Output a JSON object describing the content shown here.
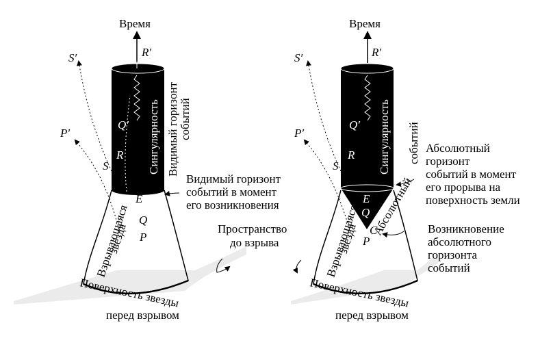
{
  "left": {
    "time_axis": "Время",
    "R_prime": "R′",
    "S_prime": "S′",
    "P_prime": "P′",
    "Q_prime": "Q′",
    "R": "R",
    "S": "S",
    "E": "E",
    "Q": "Q",
    "P": "P",
    "singularity": "Сингулярность",
    "apparent_horizon_vertical_1": "Видимый горизонт",
    "apparent_horizon_vertical_2": "событий",
    "exploding_star_1": "Взрывающаяся",
    "exploding_star_2": "звезда",
    "apparent_horizon_origin_1": "Видимый горизонт",
    "apparent_horizon_origin_2": "событий в момент",
    "apparent_horizon_origin_3": "его возникновения",
    "space_before_1": "Пространство",
    "space_before_2": "до взрыва",
    "surface_1": "Поверхность звезды",
    "surface_2": "перед взрывом"
  },
  "right": {
    "time_axis": "Время",
    "R_prime": "R′",
    "S_prime": "S′",
    "P_prime": "P′",
    "Q_prime": "Q′",
    "R": "R",
    "S": "S",
    "E": "E",
    "Q": "Q",
    "C": "C",
    "P": "P",
    "singularity": "Сингулярность",
    "events_vertical": "событий",
    "absolute_horizon_vertical": "Абсолютный",
    "exploding_star_1": "Взрывающаяся",
    "exploding_star_2": "звезда",
    "absolute_breakthrough_1": "Абсолютный",
    "absolute_breakthrough_2": "горизонт",
    "absolute_breakthrough_3": "событий в момент",
    "absolute_breakthrough_4": "его прорыва на",
    "absolute_breakthrough_5": "поверхность земли",
    "absolute_origin_1": "Возникновение",
    "absolute_origin_2": "абсолютного",
    "absolute_origin_3": "горизонта",
    "absolute_origin_4": "событий",
    "surface_1": "Поверхность звезды",
    "surface_2": "перед взрывом"
  }
}
